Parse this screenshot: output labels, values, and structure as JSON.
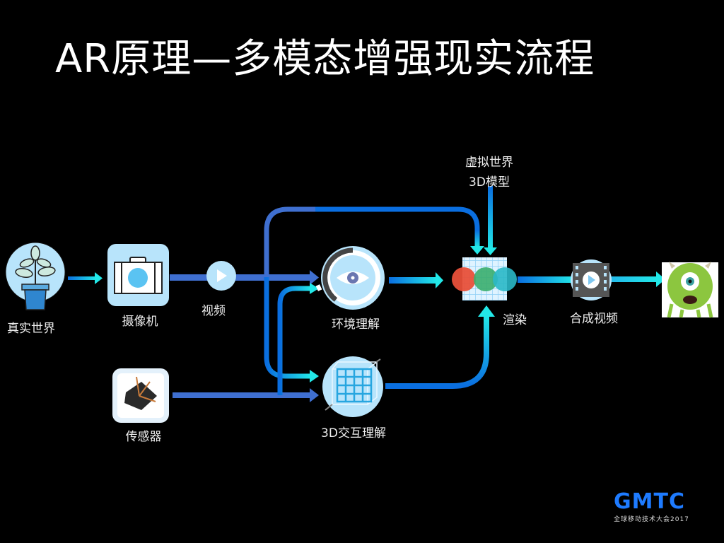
{
  "slide": {
    "title": "AR原理—多模态增强现实流程"
  },
  "nodes": {
    "real_world": {
      "label": "真实世界",
      "icon": "plant-pot-icon"
    },
    "camera": {
      "label": "摄像机",
      "icon": "camera-icon"
    },
    "video": {
      "label": "视频",
      "icon": "play-icon"
    },
    "sensor": {
      "label": "传感器",
      "icon": "sensor-chip-icon"
    },
    "env_understanding": {
      "label": "环境理解",
      "icon": "eye-icon"
    },
    "interaction_3d": {
      "label": "3D交互理解",
      "icon": "grid-cube-icon"
    },
    "virtual_world": {
      "label_line1": "虚拟世界",
      "label_line2": "3D模型"
    },
    "render": {
      "label": "渲染",
      "icon": "rgb-circles-icon"
    },
    "composite_video": {
      "label": "合成视频",
      "icon": "film-play-icon"
    },
    "output": {
      "icon": "monster-character-image"
    }
  },
  "colors": {
    "background": "#000000",
    "flow_blue": "#0a6ee0",
    "flow_steel": "#3f6fd0",
    "flow_cyan": "#22e8e8",
    "icon_light": "#b8e4fb",
    "render_red": "#e8503a",
    "render_green": "#3aae6e",
    "render_teal": "#2ab8c8"
  },
  "logo": {
    "main": "GMTC",
    "sub": "全球移动技术大会2017"
  }
}
